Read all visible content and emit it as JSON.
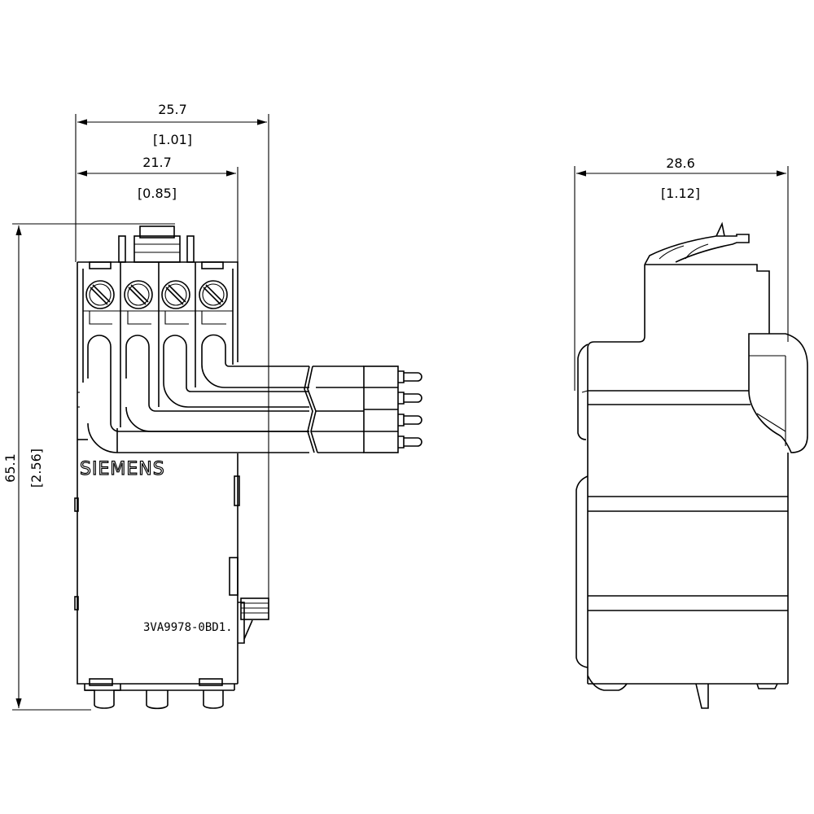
{
  "dimensions": {
    "front_total_width": {
      "mm": "25.7",
      "inch": "[1.01]"
    },
    "front_body_width": {
      "mm": "21.7",
      "inch": "[0.85]"
    },
    "height": {
      "mm": "65.1",
      "inch": "[2.56]"
    },
    "side_depth": {
      "mm": "28.6",
      "inch": "[1.12]"
    }
  },
  "labels": {
    "brand": "SIEMENS",
    "part_number": "3VA9978-0BD1."
  }
}
